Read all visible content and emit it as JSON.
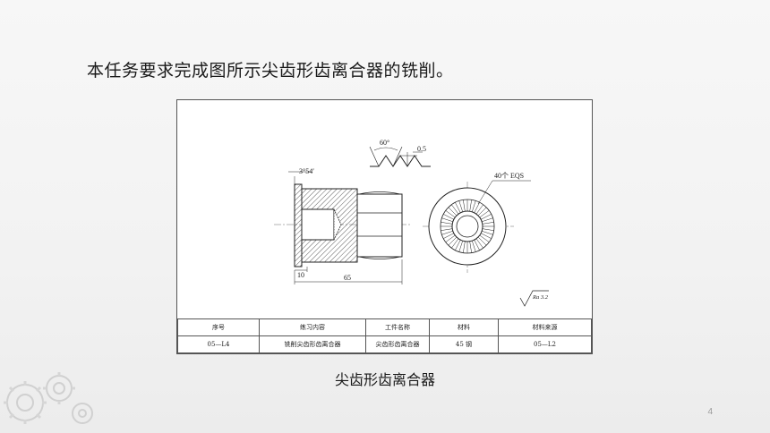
{
  "slide": {
    "heading": "本任务要求完成图所示尖齿形齿离合器的铣削。",
    "caption": "尖齿形齿离合器",
    "page_number": "4"
  },
  "drawing": {
    "angle_label": "60°",
    "pitch_label": "0.5",
    "chamfer_label": "3°54′",
    "teeth_label": "40个  EQS",
    "dim_10": "10",
    "dim_65": "65",
    "roughness": "Ra 3.2",
    "title_block": {
      "headers": [
        "序号",
        "练习内容",
        "工件名称",
        "材料",
        "材料来源"
      ],
      "values": [
        "05—L4",
        "铣削尖齿形齿离合器",
        "尖齿形齿离合器",
        "45 钢",
        "05—L2"
      ]
    }
  }
}
